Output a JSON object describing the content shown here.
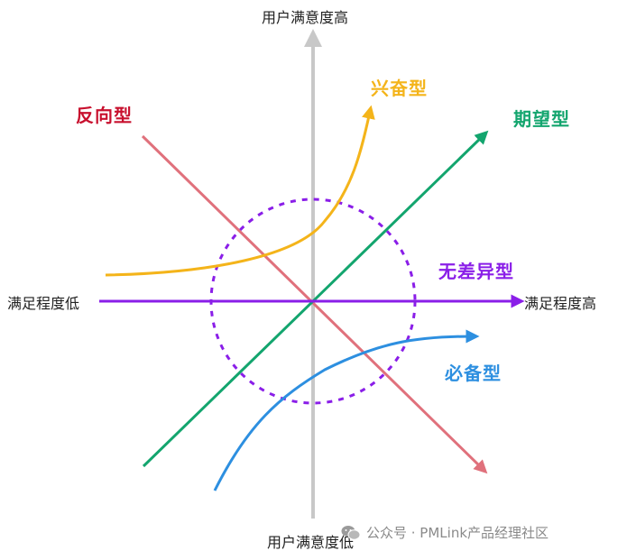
{
  "axes": {
    "top": "用户满意度高",
    "bottom": "用户满意度低",
    "left": "满足程度低",
    "right": "满足程度高"
  },
  "labels": {
    "reverse": "反向型",
    "excitement": "兴奋型",
    "expected": "期望型",
    "indifferent": "无差异型",
    "must_be": "必备型"
  },
  "colors": {
    "axis_gray": "#c8c8c8",
    "reverse": "#e0717c",
    "reverse_text": "#c8102e",
    "excitement": "#f4b41a",
    "expected": "#13a56e",
    "indifferent": "#8a1ee8",
    "must_be": "#2d8fe0"
  },
  "watermark": {
    "icon": "wechat-icon",
    "text": "公众号 · PMLink产品经理社区"
  }
}
